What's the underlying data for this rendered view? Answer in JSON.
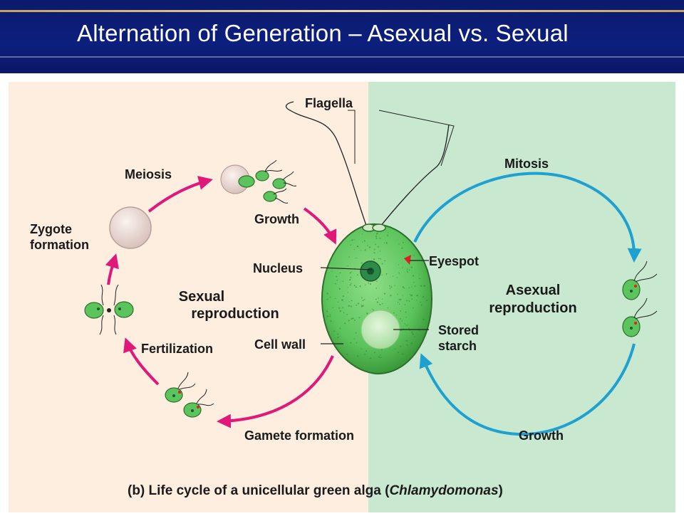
{
  "slide": {
    "title": "Alternation of Generation – Asexual vs. Sexual"
  },
  "figure": {
    "labels": {
      "flagella": "Flagella",
      "meiosis": "Meiosis",
      "growth_top": "Growth",
      "zygote_line1": "Zygote",
      "zygote_line2": "formation",
      "nucleus": "Nucleus",
      "eyespot": "Eyespot",
      "sexual_line1": "Sexual",
      "sexual_line2": "reproduction",
      "cell_wall": "Cell wall",
      "fertilization": "Fertilization",
      "stored_line1": "Stored",
      "stored_line2": "starch",
      "gamete_formation": "Gamete formation",
      "mitosis": "Mitosis",
      "asexual_line1": "Asexual",
      "asexual_line2": "reproduction",
      "growth_bottom": "Growth"
    },
    "caption": {
      "prefix": "(b) Life cycle of a unicellular green alga (",
      "genus": "Chlamydomonas",
      "suffix": ")"
    },
    "colors": {
      "sexual_panel": "#fdeee0",
      "asexual_panel": "#c8e8d0",
      "sexual_arrows": "#e0187a",
      "asexual_arrows": "#1ea0d0",
      "cell_green": "#5cc45c",
      "eyespot_red": "#e02020"
    }
  }
}
